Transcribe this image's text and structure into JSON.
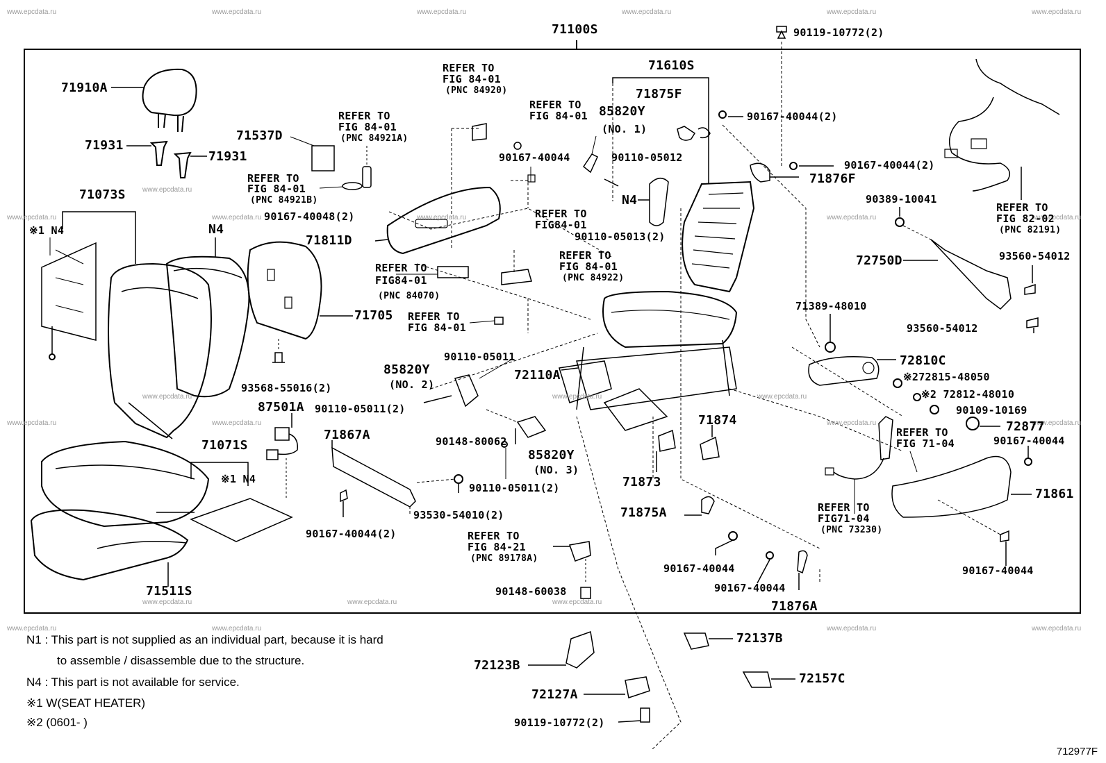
{
  "watermark": "www.epcdata.ru",
  "figure_code": "712977F",
  "labels": {
    "p71100S": "71100S",
    "p90119_top": "90119-10772(2)",
    "p71910A": "71910A",
    "p71931a": "71931",
    "p71931b": "71931",
    "p71537D": "71537D",
    "r84921A_1": "REFER TO",
    "r84921A_2": "FIG 84-01",
    "r84921A_3": "(PNC 84921A)",
    "r84921B_1": "REFER TO",
    "r84921B_2": "FIG 84-01",
    "r84921B_3": "(PNC 84921B)",
    "p90167_40048": "90167-40048(2)",
    "p71073S": "71073S",
    "s1n4_a": "※1 N4",
    "n4_a": "N4",
    "p71705": "71705",
    "p93568": "93568-55016(2)",
    "p87501A": "87501A",
    "p71071S": "71071S",
    "s1n4_b": "※1 N4",
    "p71511S": "71511S",
    "r84920_1": "REFER TO",
    "r84920_2": "FIG 84-01",
    "r84920_3": "(PNC 84920)",
    "r8401_1": "REFER TO",
    "r8401_2": "FIG 84-01",
    "p90167_40044_mid": "90167-40044",
    "p85820Y_1": "85820Y",
    "no1": "(NO. 1)",
    "p90110_05012": "90110-05012",
    "n4_b": "N4",
    "p90110_05013": "90110-05013(2)",
    "r8401b_1": "REFER TO",
    "r8401b_2": "FIG84-01",
    "p71811D": "71811D",
    "r84070_1": "REFER TO",
    "r84070_2": "FIG84-01",
    "r84070_3": "(PNC 84070)",
    "r84922_1": "REFER TO",
    "r84922_2": "FIG 84-01",
    "r84922_3": "(PNC 84922)",
    "r8401c_1": "REFER TO",
    "r8401c_2": "FIG 84-01",
    "p71610S": "71610S",
    "p71875F": "71875F",
    "p90167_40044_2a": "90167-40044(2)",
    "p90167_40044_2b": "90167-40044(2)",
    "p71876F": "71876F",
    "p90389": "90389-10041",
    "r82191_1": "REFER TO",
    "r82191_2": "FIG 82-02",
    "r82191_3": "(PNC 82191)",
    "p72750D": "72750D",
    "p93560_a": "93560-54012",
    "p93560_b": "93560-54012",
    "p71389": "71389-48010",
    "p72810C": "72810C",
    "p72815": "※272815-48050",
    "p72812": "※2 72812-48010",
    "p90109": "90109-10169",
    "p72877": "72877",
    "r7104_1": "REFER TO",
    "r7104_2": "FIG 71-04",
    "p90167_40044_r1": "90167-40044",
    "p71861": "71861",
    "r73230_1": "REFER TO",
    "r73230_2": "FIG71-04",
    "r73230_3": "(PNC 73230)",
    "p90167_40044_r2": "90167-40044",
    "p90110_05011_a": "90110-05011",
    "p85820Y_2": "85820Y",
    "no2": "(NO. 2)",
    "p72110A": "72110A",
    "p90110_05011_b": "90110-05011(2)",
    "p90148_80062": "90148-80062",
    "p85820Y_3": "85820Y",
    "no3": "(NO. 3)",
    "p90110_05011_c": "90110-05011(2)",
    "p71867A": "71867A",
    "p93530": "93530-54010(2)",
    "p90167_40044_2c": "90167-40044(2)",
    "p71874": "71874",
    "p71873": "71873",
    "p71875A": "71875A",
    "r89178A_1": "REFER TO",
    "r89178A_2": "FIG 84-21",
    "r89178A_3": "(PNC 89178A)",
    "p90148_60038": "90148-60038",
    "p90167_40044_b1": "90167-40044",
    "p90167_40044_b2": "90167-40044",
    "p71876A": "71876A",
    "p72137B": "72137B",
    "p72123B": "72123B",
    "p72157C": "72157C",
    "p72127A": "72127A",
    "p90119_bottom": "90119-10772(2)"
  },
  "notes": {
    "n1_line1": "N1 : This part is not supplied as an individual part, because it is hard",
    "n1_line2": "to assemble / disassemble   due to the structure.",
    "n4": "N4 : This part is not available for service.",
    "s1": "※1 W(SEAT HEATER)",
    "s2": "※2 (0601-        )"
  }
}
